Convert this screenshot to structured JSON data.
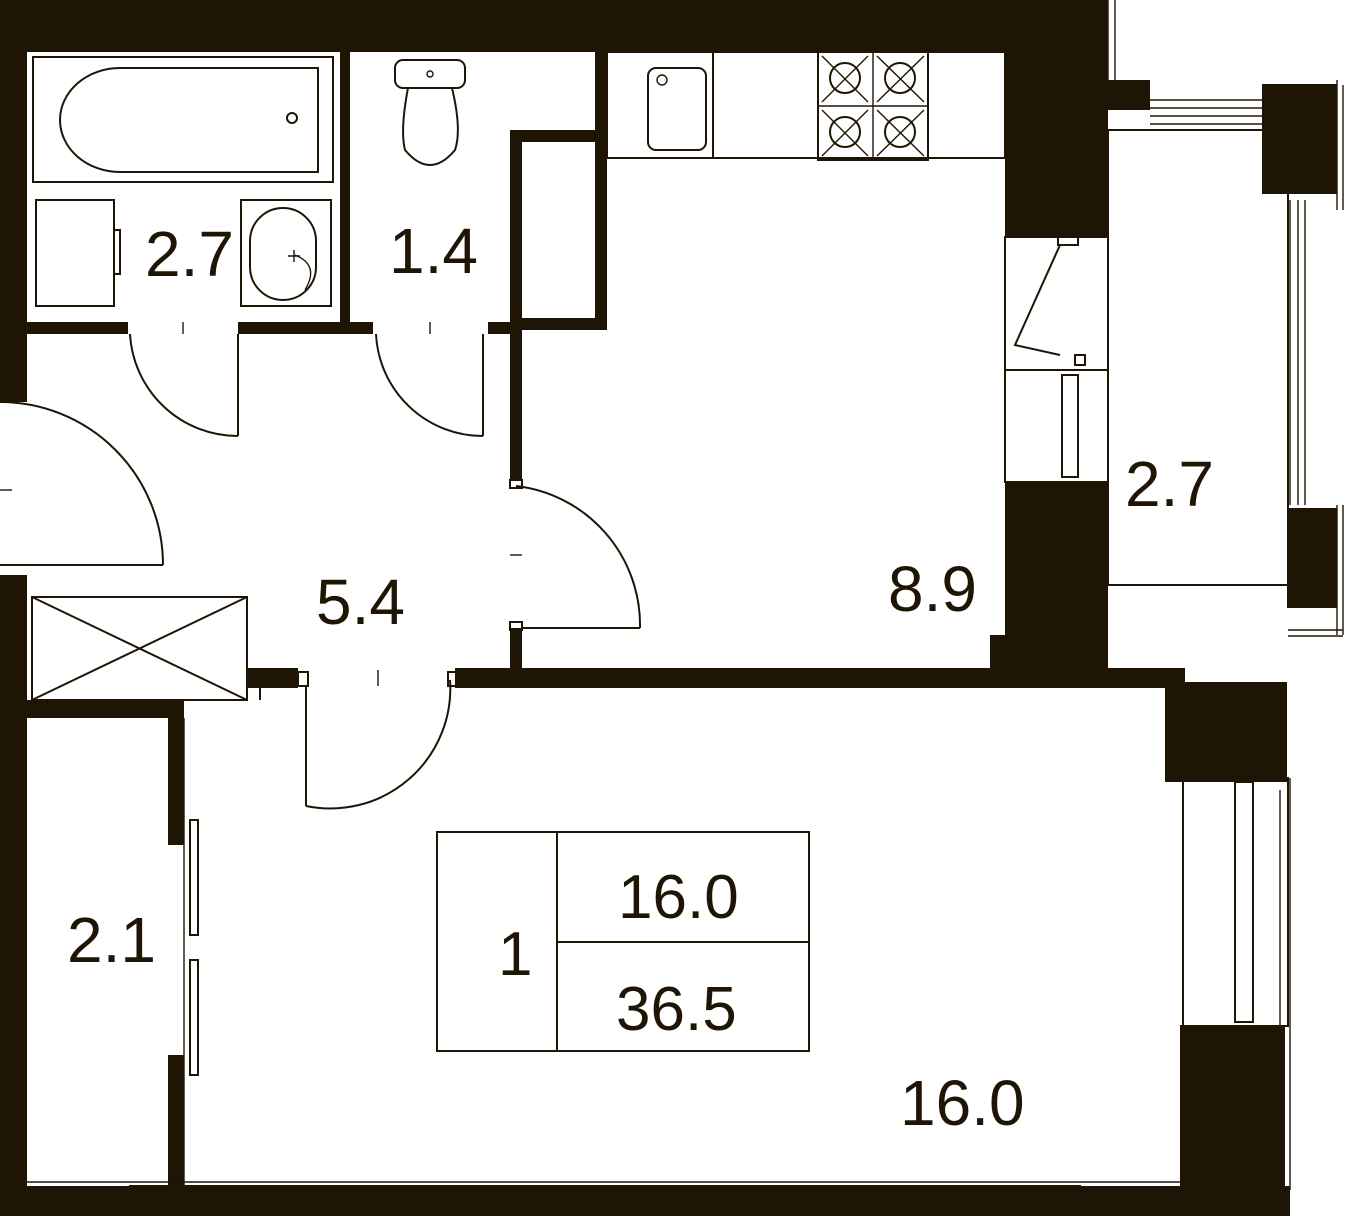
{
  "plan": {
    "rooms": [
      {
        "id": "bathroom",
        "area": "2.7"
      },
      {
        "id": "toilet",
        "area": "1.4"
      },
      {
        "id": "kitchen",
        "area": "8.9"
      },
      {
        "id": "balcony",
        "area": "2.7"
      },
      {
        "id": "hallway",
        "area": "5.4"
      },
      {
        "id": "wardrobe",
        "area": "2.1"
      },
      {
        "id": "living-room",
        "area": "16.0"
      }
    ],
    "summary": {
      "rooms_count": "1",
      "living_area": "16.0",
      "total_area": "36.5"
    }
  },
  "colors": {
    "walls": "#1e1505",
    "background": "#ffffff"
  }
}
